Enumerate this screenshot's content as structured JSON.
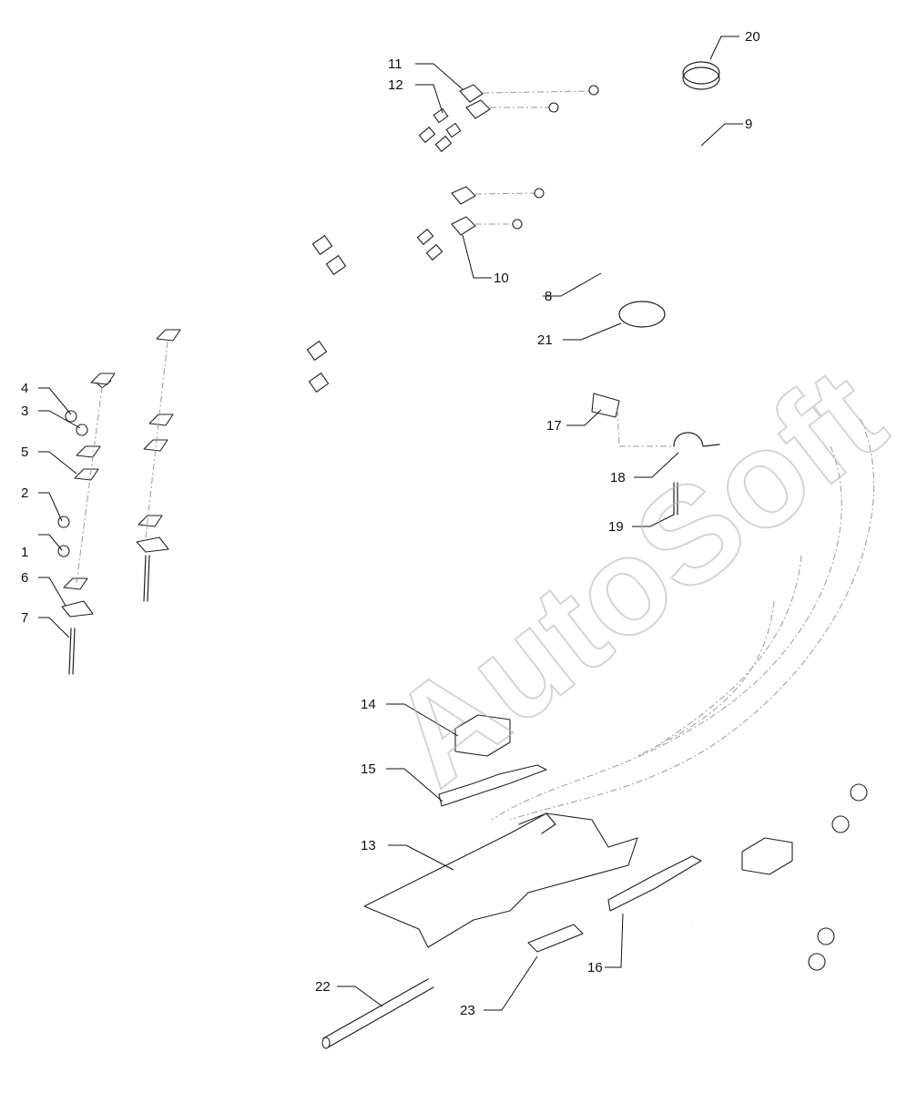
{
  "diagram": {
    "watermark": "AutoSoft",
    "callouts": [
      "1",
      "2",
      "3",
      "4",
      "5",
      "6",
      "7",
      "8",
      "9",
      "10",
      "11",
      "12",
      "13",
      "14",
      "15",
      "16",
      "17",
      "18",
      "19",
      "20",
      "21",
      "22",
      "23"
    ]
  }
}
